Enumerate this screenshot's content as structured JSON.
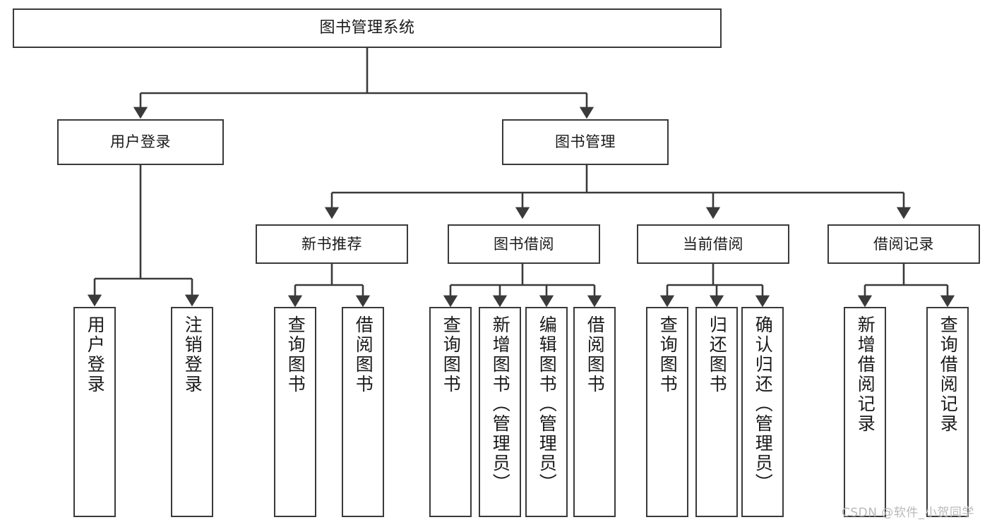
{
  "diagram": {
    "type": "tree-hierarchy",
    "title": "图书管理系统",
    "orientation": "top-down",
    "line_color": "#3a3a3a",
    "box_fill": "#ffffff",
    "text_color": "#1a1a1a",
    "watermark": "CSDN @软件_小贺同学",
    "root": {
      "label": "图书管理系统"
    },
    "level2": [
      {
        "label": "用户登录"
      },
      {
        "label": "图书管理"
      }
    ],
    "level3": [
      {
        "label": "新书推荐"
      },
      {
        "label": "图书借阅"
      },
      {
        "label": "当前借阅"
      },
      {
        "label": "借阅记录"
      }
    ],
    "leaves": {
      "user_login": [
        {
          "label": "用户登录"
        },
        {
          "label": "注销登录"
        }
      ],
      "new_book_recommend": [
        {
          "label": "查询图书"
        },
        {
          "label": "借阅图书"
        }
      ],
      "book_borrow": [
        {
          "label": "查询图书"
        },
        {
          "label": "新增图书（管理员）"
        },
        {
          "label": "编辑图书（管理员）"
        },
        {
          "label": "借阅图书"
        }
      ],
      "current_borrow": [
        {
          "label": "查询图书"
        },
        {
          "label": "归还图书"
        },
        {
          "label": "确认归还（管理员）"
        }
      ],
      "borrow_record": [
        {
          "label": "新增借阅记录"
        },
        {
          "label": "查询借阅记录"
        }
      ]
    }
  }
}
